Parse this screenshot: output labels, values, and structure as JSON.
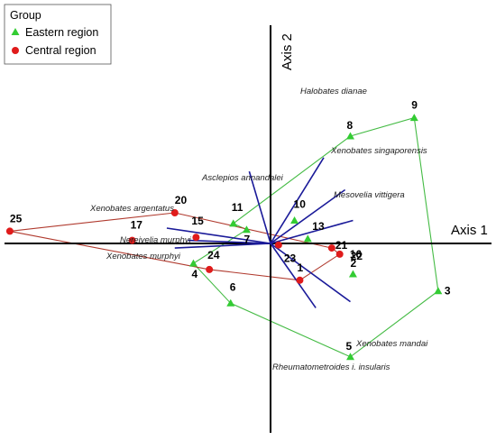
{
  "chart_data": {
    "type": "scatter",
    "title": "",
    "xlabel": "Axis 1",
    "ylabel": "Axis 2",
    "xlim": [
      -1.0,
      0.85
    ],
    "ylim": [
      -0.8,
      0.93
    ],
    "legend": {
      "title": "Group",
      "placement": "top-left",
      "items": [
        {
          "name": "Eastern region",
          "marker": "triangle",
          "color": "#33cc33"
        },
        {
          "name": "Central region",
          "marker": "circle",
          "color": "#e01b1b"
        }
      ]
    },
    "groups": [
      {
        "name": "Eastern region",
        "marker": "triangle",
        "color": "#33cc33",
        "hull_color": "#44bb44",
        "points": [
          {
            "id": "9",
            "x": 0.54,
            "y": 0.82
          },
          {
            "id": "8",
            "x": 0.3,
            "y": 0.7
          },
          {
            "id": "11",
            "x": -0.14,
            "y": 0.13
          },
          {
            "id": "10",
            "x": 0.09,
            "y": 0.15
          },
          {
            "id": "7",
            "x": -0.09,
            "y": 0.09
          },
          {
            "id": "13",
            "x": 0.14,
            "y": 0.03
          },
          {
            "id": "4",
            "x": -0.29,
            "y": -0.13
          },
          {
            "id": "2",
            "x": 0.31,
            "y": -0.2
          },
          {
            "id": "3",
            "x": 0.63,
            "y": -0.31
          },
          {
            "id": "6",
            "x": -0.15,
            "y": -0.39
          },
          {
            "id": "5",
            "x": 0.3,
            "y": -0.74
          }
        ],
        "hull": [
          "9",
          "3",
          "5",
          "6",
          "4",
          "7",
          "11",
          "8"
        ]
      },
      {
        "name": "Central region",
        "marker": "circle",
        "color": "#e01b1b",
        "hull_color": "#b03a2e",
        "points": [
          {
            "id": "25",
            "x": -0.98,
            "y": 0.08
          },
          {
            "id": "20",
            "x": -0.36,
            "y": 0.2
          },
          {
            "id": "17",
            "x": -0.52,
            "y": 0.02
          },
          {
            "id": "15",
            "x": -0.28,
            "y": 0.04
          },
          {
            "id": "23",
            "x": 0.03,
            "y": -0.01
          },
          {
            "id": "21",
            "x": 0.23,
            "y": -0.03
          },
          {
            "id": "22",
            "x": 0.26,
            "y": -0.07
          },
          {
            "id": "24",
            "x": -0.23,
            "y": -0.17
          },
          {
            "id": "1",
            "x": 0.11,
            "y": -0.24
          }
        ],
        "hull": [
          "25",
          "20",
          "21",
          "22",
          "1",
          "24"
        ]
      }
    ],
    "vectors": [
      {
        "name": "Halobates dianae",
        "x": 0.2,
        "y": 0.56
      },
      {
        "name": "Xenobates singaporensis",
        "x": 0.28,
        "y": 0.35
      },
      {
        "name": "Mesovelia vittigera",
        "x": 0.31,
        "y": 0.15
      },
      {
        "name": "Asclepios annandalei",
        "x": -0.08,
        "y": 0.47
      },
      {
        "name": "Xenobates argentatus",
        "x": -0.39,
        "y": 0.1
      },
      {
        "name": "Nereivelia murphyi",
        "x": -0.31,
        "y": 0.02
      },
      {
        "name": "Xenobates murphyi",
        "x": -0.36,
        "y": -0.03
      },
      {
        "name": "Xenobates mandai",
        "x": 0.3,
        "y": -0.38
      },
      {
        "name": "Rheumatometroides i. insularis",
        "x": 0.17,
        "y": -0.42
      }
    ]
  }
}
